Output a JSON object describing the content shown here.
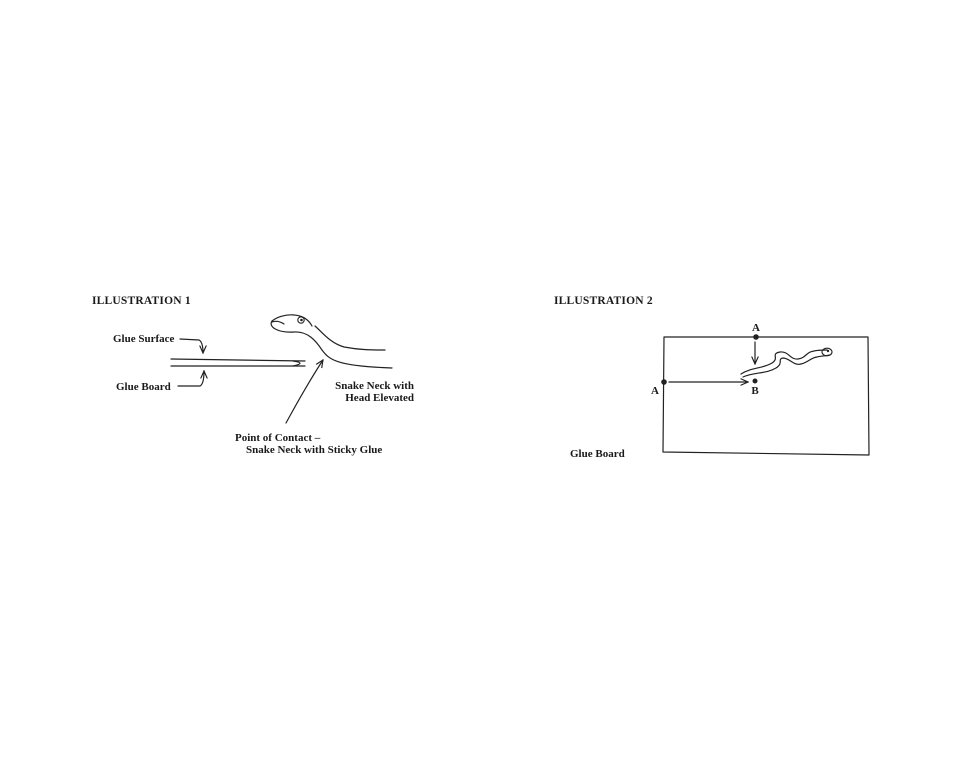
{
  "illustration1": {
    "title": "ILLUSTRATION 1",
    "glue_surface_label": "Glue Surface",
    "glue_board_label": "Glue Board",
    "snake_neck_label_line1": "Snake Neck with",
    "snake_neck_label_line2": "Head Elevated",
    "contact_label_line1": "Point of Contact –",
    "contact_label_line2": "Snake Neck with Sticky Glue"
  },
  "illustration2": {
    "title": "ILLUSTRATION 2",
    "point_a_top": "A",
    "point_a_left": "A",
    "point_b": "B",
    "glue_board_label": "Glue Board"
  }
}
